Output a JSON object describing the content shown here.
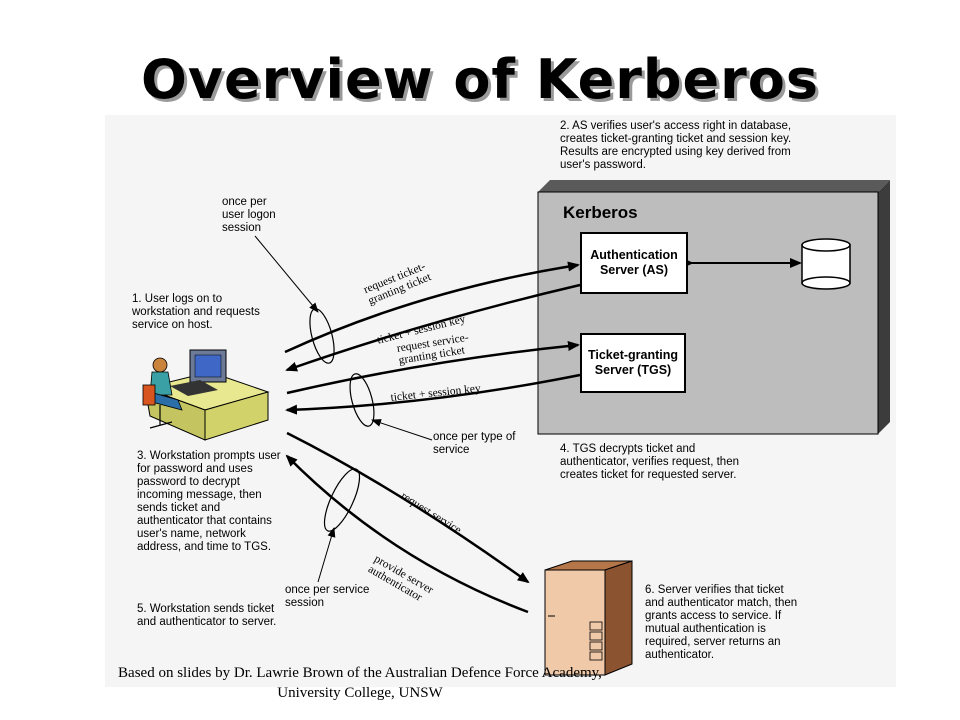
{
  "title": "Overview of Kerberos",
  "kerberos_label": "Kerberos",
  "as_box": "Authentication Server (AS)",
  "tgs_box": "Ticket-granting Server (TGS)",
  "notes": {
    "step1": "1. User logs on to workstation and requests service on host.",
    "step2": "2. AS verifies user's access right in database, creates ticket-granting ticket and session key. Results are encrypted using key derived from user's password.",
    "step3": "3. Workstation prompts user for password and uses password to decrypt incoming message, then sends ticket and authenticator that contains user's name, network address, and time to TGS.",
    "step4": "4. TGS decrypts ticket and authenticator, verifies request, then creates ticket for requested server.",
    "step5": "5. Workstation sends ticket and authenticator to server.",
    "step6": "6. Server verifies that ticket and authenticator match, then grants access to service. If mutual authentication is required, server returns an authenticator.",
    "once_logon": "once per user logon session",
    "once_type": "once per type of service",
    "once_session": "once per service session"
  },
  "arrows": {
    "req_tgt": "request ticket-granting ticket",
    "ticket_key1": "ticket + session key",
    "req_sgt": "request service-granting ticket",
    "ticket_key2": "ticket + session key",
    "req_service": "request service",
    "provide_auth": "provide server authenticator"
  },
  "footer": "Based on slides by Dr. Lawrie Brown of the Australian Defence Force Academy, University College, UNSW"
}
